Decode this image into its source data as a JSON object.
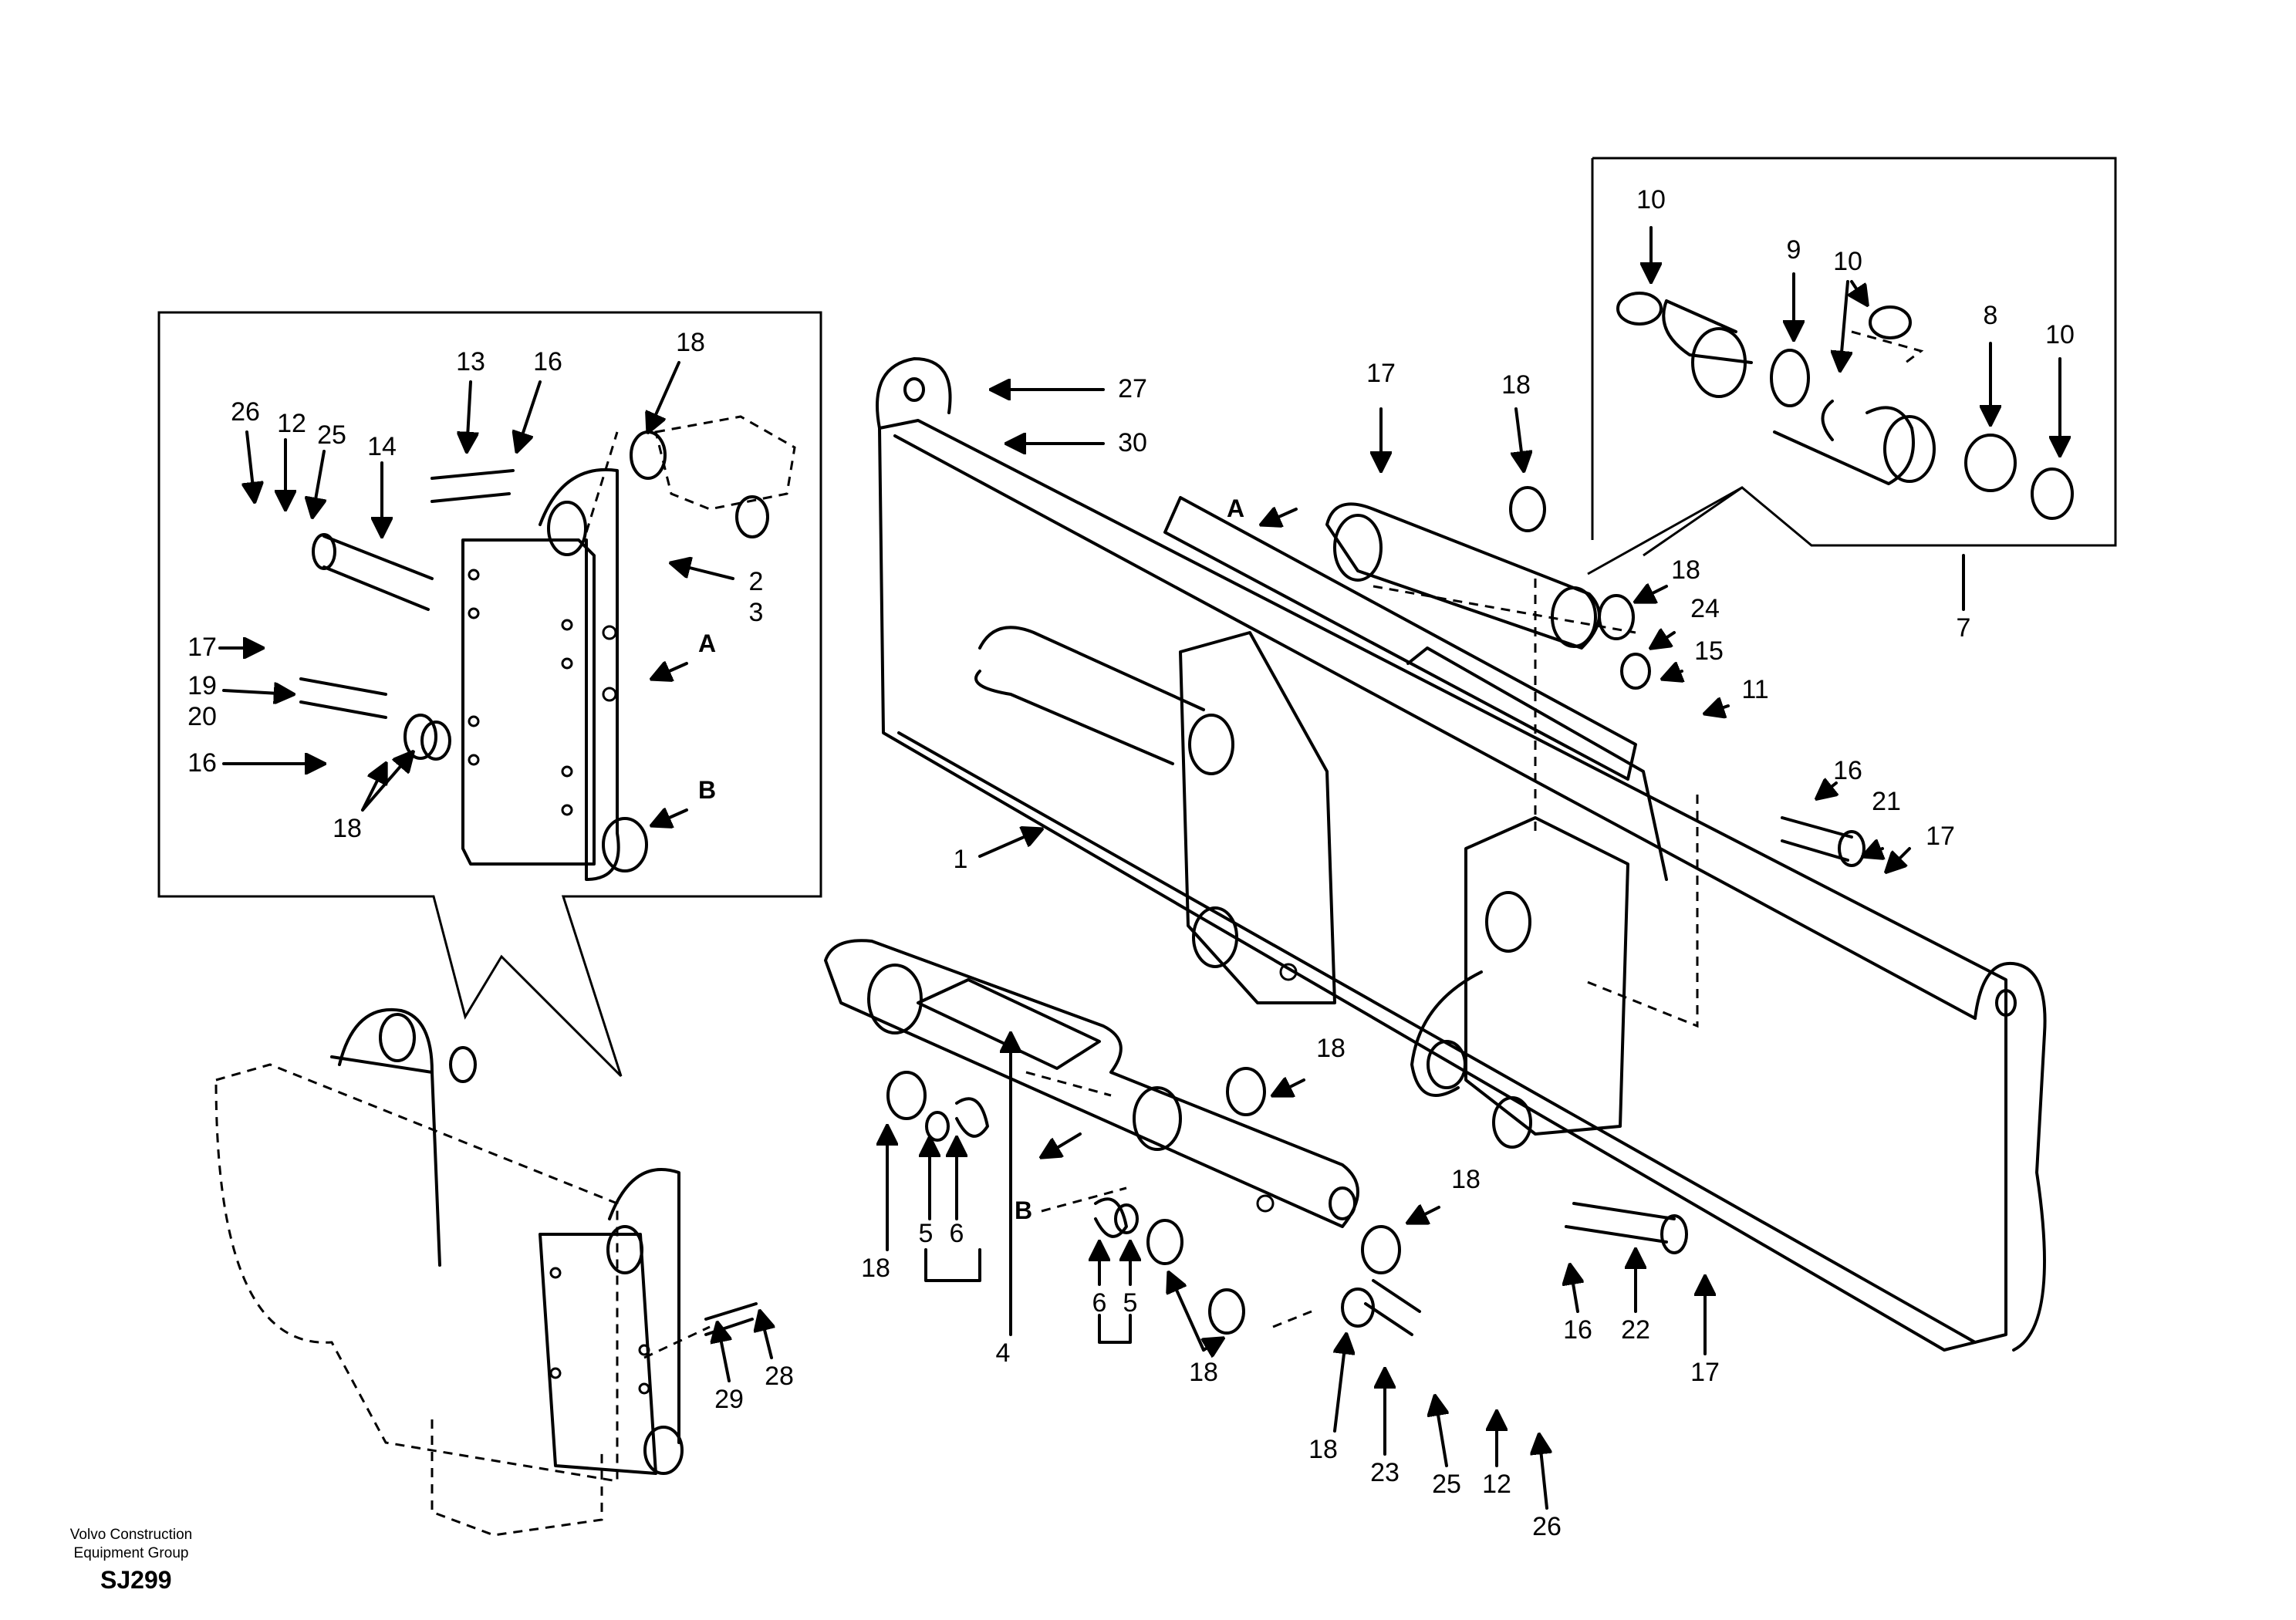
{
  "footer": {
    "org_line1": "Volvo Construction",
    "org_line2": "Equipment Group",
    "drawing_id": "SJ299"
  },
  "view_markers": {
    "a": "A",
    "b": "B"
  },
  "callouts": [
    {
      "id": "c27",
      "label": "27"
    },
    {
      "id": "c30",
      "label": "30"
    },
    {
      "id": "c17a",
      "label": "17"
    },
    {
      "id": "c18a",
      "label": "18"
    },
    {
      "id": "c18b",
      "label": "18"
    },
    {
      "id": "c24",
      "label": "24"
    },
    {
      "id": "c15",
      "label": "15"
    },
    {
      "id": "c11",
      "label": "11"
    },
    {
      "id": "c7",
      "label": "7"
    },
    {
      "id": "c10a",
      "label": "10"
    },
    {
      "id": "c9",
      "label": "9"
    },
    {
      "id": "c10b",
      "label": "10"
    },
    {
      "id": "c8",
      "label": "8"
    },
    {
      "id": "c10c",
      "label": "10"
    },
    {
      "id": "c1",
      "label": "1"
    },
    {
      "id": "c16a",
      "label": "16"
    },
    {
      "id": "c21",
      "label": "21"
    },
    {
      "id": "c17b",
      "label": "17"
    },
    {
      "id": "c18c",
      "label": "18"
    },
    {
      "id": "c18d",
      "label": "18"
    },
    {
      "id": "c5a",
      "label": "5"
    },
    {
      "id": "c6a",
      "label": "6"
    },
    {
      "id": "c4",
      "label": "4"
    },
    {
      "id": "c18e",
      "label": "18"
    },
    {
      "id": "c6b",
      "label": "6"
    },
    {
      "id": "c5b",
      "label": "5"
    },
    {
      "id": "c18f",
      "label": "18"
    },
    {
      "id": "c18g",
      "label": "18"
    },
    {
      "id": "c23",
      "label": "23"
    },
    {
      "id": "c25a",
      "label": "25"
    },
    {
      "id": "c12a",
      "label": "12"
    },
    {
      "id": "c26a",
      "label": "26"
    },
    {
      "id": "c16b",
      "label": "16"
    },
    {
      "id": "c22",
      "label": "22"
    },
    {
      "id": "c17c",
      "label": "17"
    },
    {
      "id": "c29",
      "label": "29"
    },
    {
      "id": "c28",
      "label": "28"
    },
    {
      "id": "c13",
      "label": "13"
    },
    {
      "id": "c16c",
      "label": "16"
    },
    {
      "id": "c18h",
      "label": "18"
    },
    {
      "id": "c26b",
      "label": "26"
    },
    {
      "id": "c12b",
      "label": "12"
    },
    {
      "id": "c25b",
      "label": "25"
    },
    {
      "id": "c14",
      "label": "14"
    },
    {
      "id": "c2",
      "label": "2"
    },
    {
      "id": "c3",
      "label": "3"
    },
    {
      "id": "c17d",
      "label": "17"
    },
    {
      "id": "c19",
      "label": "19"
    },
    {
      "id": "c20",
      "label": "20"
    },
    {
      "id": "c16d",
      "label": "16"
    },
    {
      "id": "c18i",
      "label": "18"
    }
  ]
}
